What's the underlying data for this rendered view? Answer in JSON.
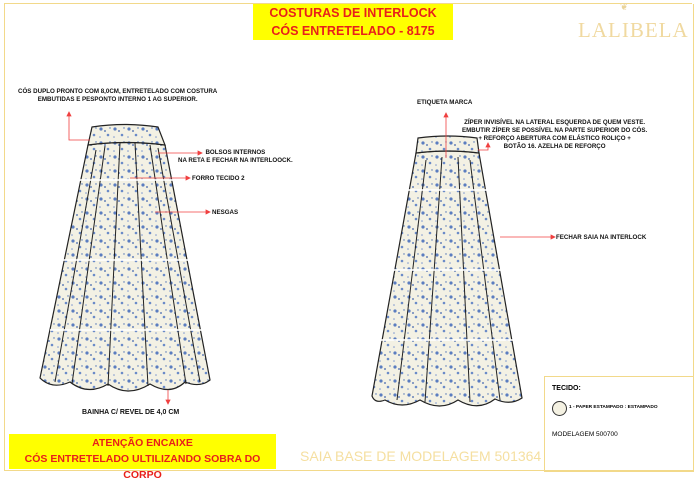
{
  "header": {
    "title_line1": "COSTURAS DE INTERLOCK",
    "title_line2": "CÓS ENTRETELADO - 8175",
    "brand": "LALIBELA"
  },
  "front_notes": {
    "waistband": [
      "CÓS DUPLO PRONTO COM 8,0CM, ENTRETELADO COM COSTURA",
      "EMBUTIDAS E PESPONTO INTERNO 1 AG SUPERIOR."
    ],
    "pockets": [
      "BOLSOS INTERNOS",
      "NA RETA E FECHAR NA INTERLOOCK."
    ],
    "lining": "FORRO TECIDO 2",
    "gores": "NESGAS",
    "hem": "BAINHA C/ REVEL DE 4,0 CM"
  },
  "back_notes": {
    "label": "ETIQUETA MARCA",
    "zipper": [
      "ZÍPER  INVISÍVEL NA LATERAL ESQUERDA DE QUEM VESTE.",
      "EMBUTIR ZÍPER SE POSSÍVEL NA PARTE SUPERIOR DO CÓS.",
      "+ REFORÇO ABERTURA COM ELÁSTICO ROLIÇO +",
      "BOTÃO 16. AZELHA DE REFORÇO"
    ],
    "close": "FECHAR SAIA NA INTERLOCK"
  },
  "warning": {
    "line1": "ATENÇÃO ENCAIXE",
    "line2": "CÓS ENTRETELADO ULTILIZANDO SOBRA DO CORPO"
  },
  "footer_title": "SAIA BASE DE MODELAGEM 501364",
  "fabric_box": {
    "label": "TECIDO:",
    "fabric": "1 - PAPER ESTAMPADO : ESTAMPADO",
    "pattern": "MODELAGEM 500700"
  },
  "colors": {
    "highlight": "#ffff00",
    "warning_text": "#e8201a",
    "arrow": "#f04040",
    "print_blue": "#4a6fb5",
    "frame": "#f2d98a"
  }
}
